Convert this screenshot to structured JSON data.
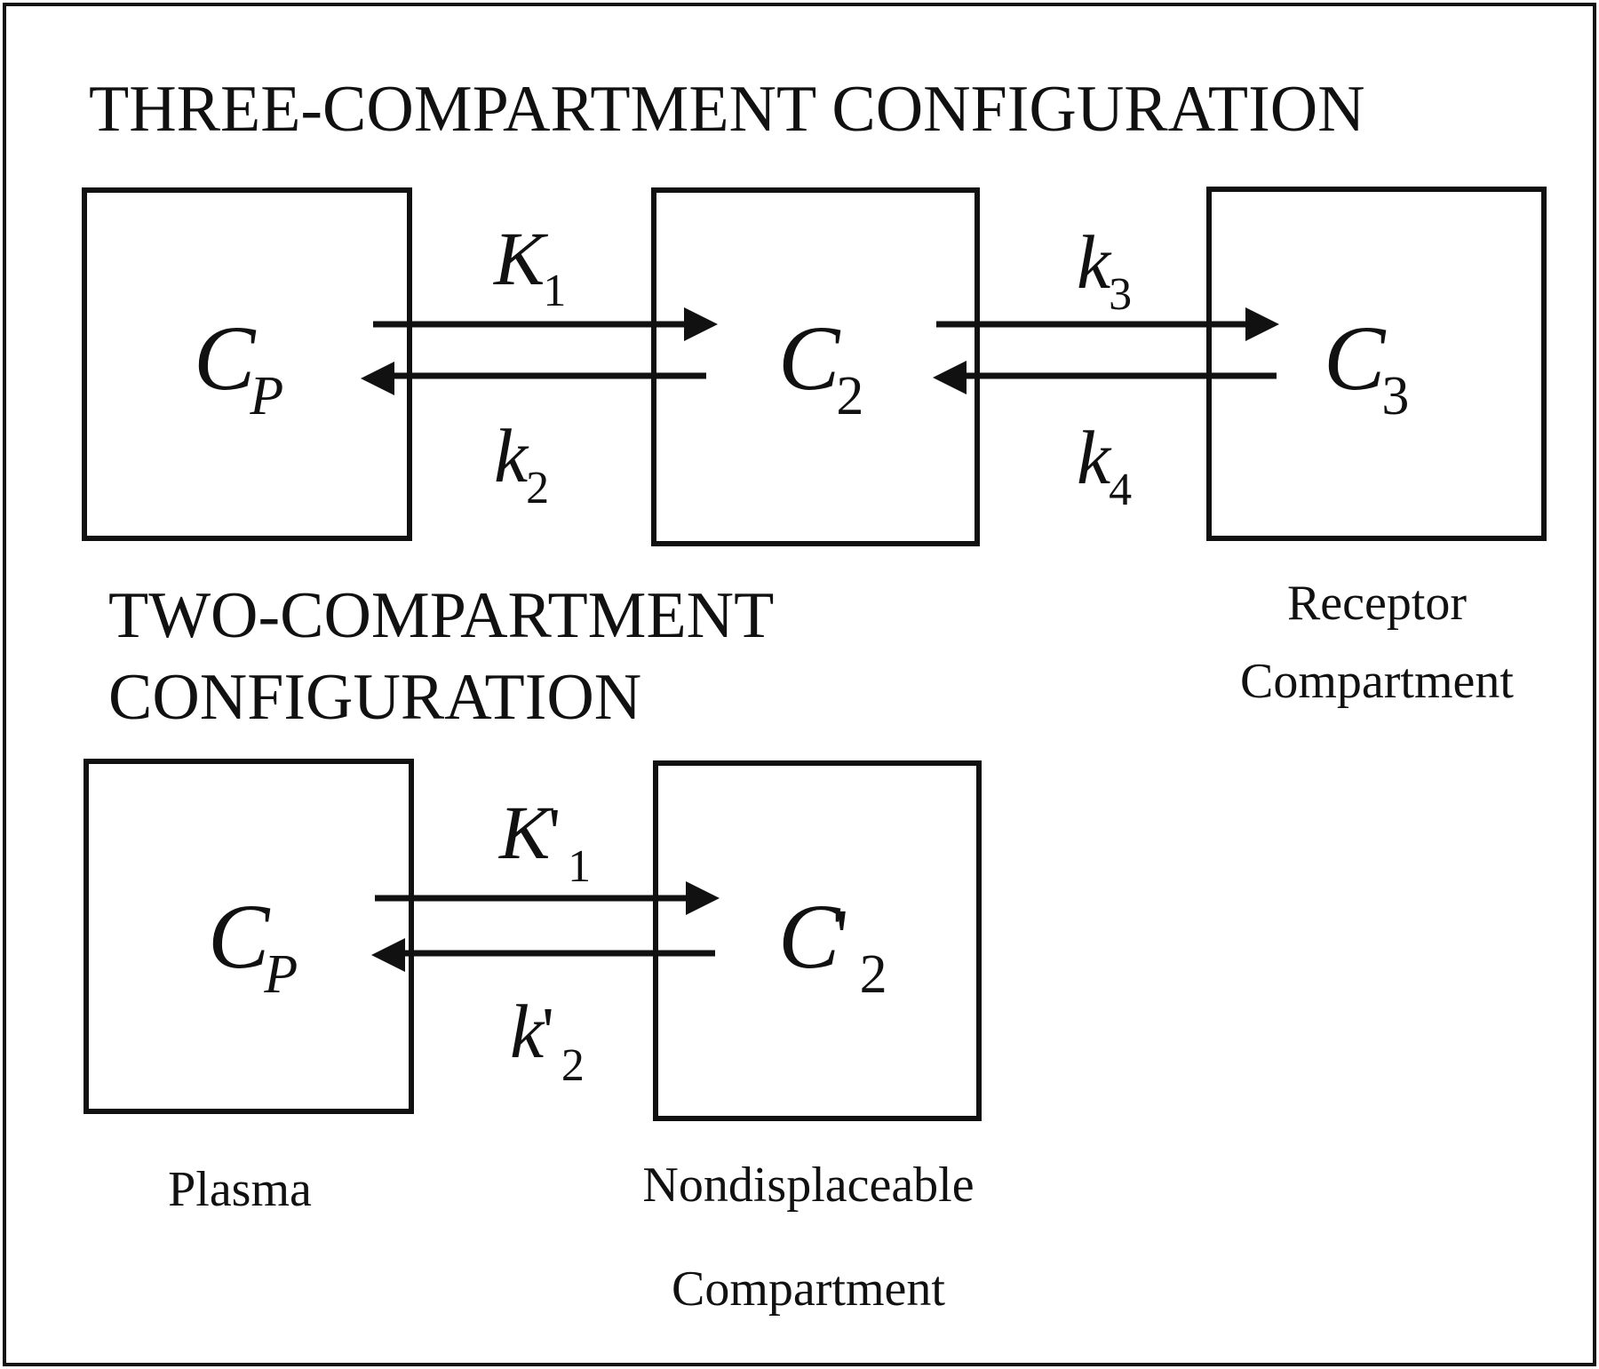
{
  "three": {
    "heading": "THREE-COMPARTMENT CONFIGURATION",
    "compartments": [
      {
        "base": "C",
        "sub": "P"
      },
      {
        "base": "C",
        "sub": "2"
      },
      {
        "base": "C",
        "sub": "3"
      }
    ],
    "rates": {
      "k1": {
        "base": "K",
        "sub": "1"
      },
      "k2": {
        "base": "k",
        "sub": "2"
      },
      "k3": {
        "base": "k",
        "sub": "3"
      },
      "k4": {
        "base": "k",
        "sub": "4"
      }
    },
    "receptor_label": [
      "Receptor",
      "Compartment"
    ]
  },
  "two": {
    "heading": [
      "TWO-COMPARTMENT",
      "CONFIGURATION"
    ],
    "compartments": [
      {
        "base": "C",
        "sub": "P"
      },
      {
        "base": "C",
        "prime": "'",
        "sub": "2"
      }
    ],
    "rates": {
      "k1": {
        "base": "K",
        "prime": "'",
        "sub": "1"
      },
      "k2": {
        "base": "k",
        "prime": "'",
        "sub": "2"
      }
    },
    "plasma_label": "Plasma",
    "nondisplaceable_label": [
      "Nondisplaceable",
      "Compartment"
    ]
  }
}
